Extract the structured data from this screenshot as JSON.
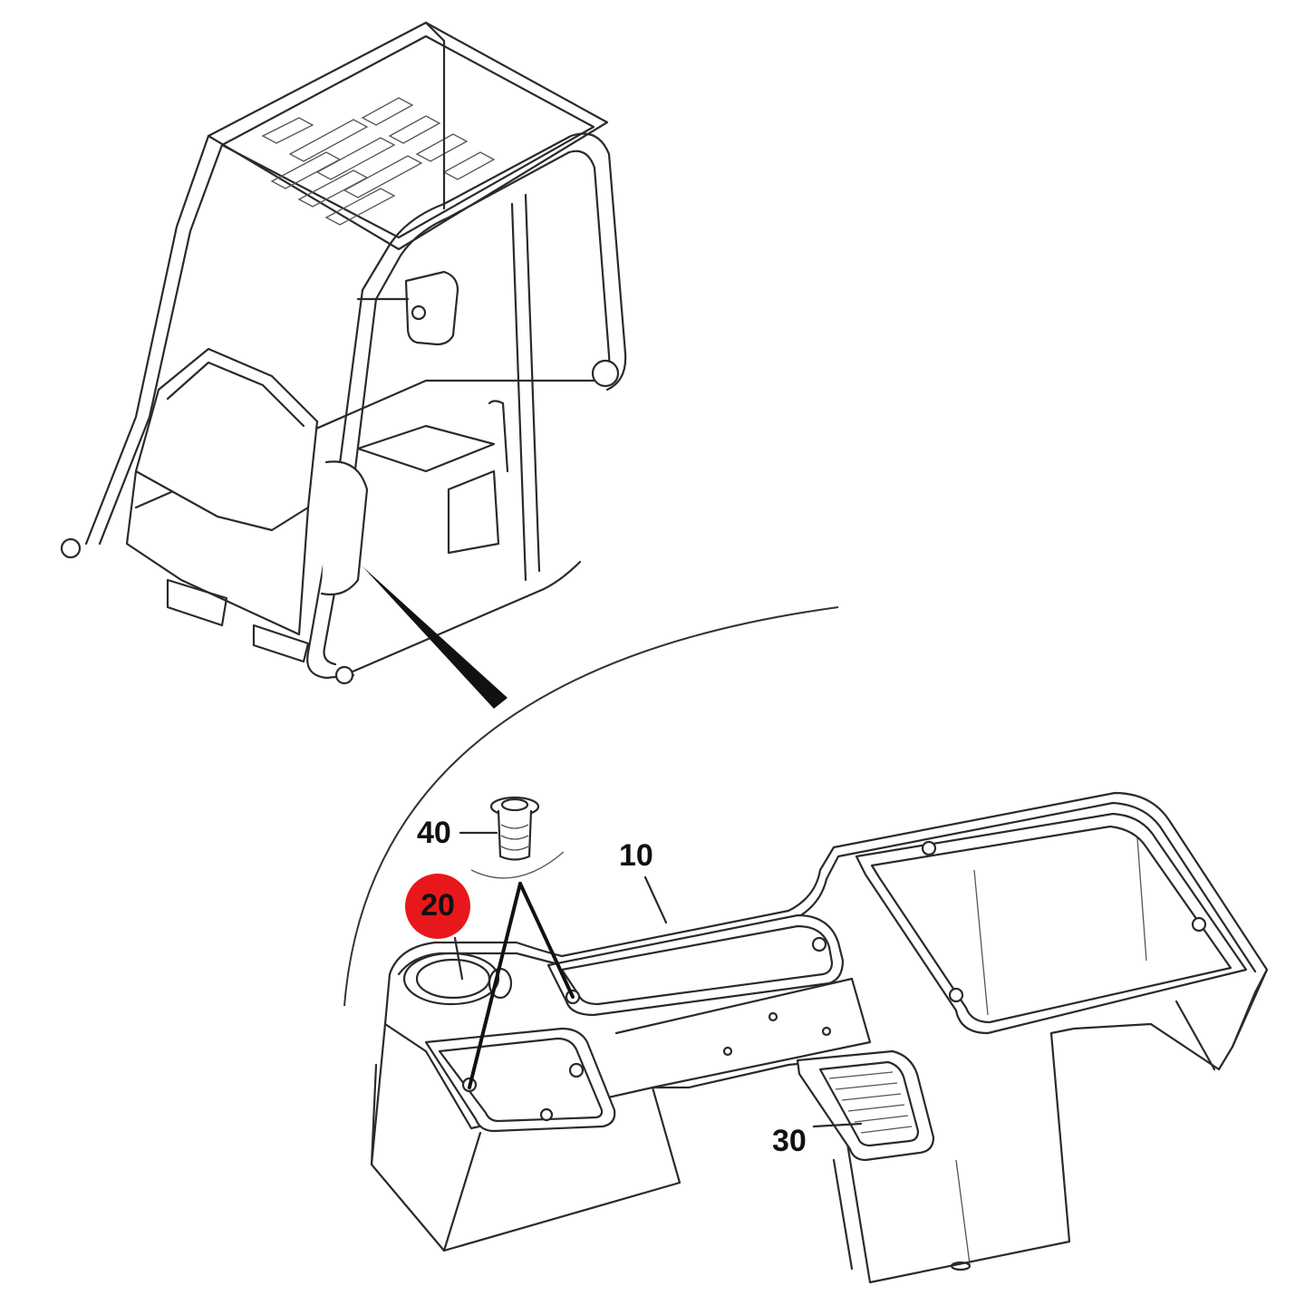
{
  "callouts": [
    {
      "id": "10",
      "label": "10",
      "highlighted": false
    },
    {
      "id": "20",
      "label": "20",
      "highlighted": true
    },
    {
      "id": "30",
      "label": "30",
      "highlighted": false
    },
    {
      "id": "40",
      "label": "40",
      "highlighted": false
    }
  ],
  "colors": {
    "highlight": "#e8171b",
    "line": "#2a2a2a",
    "background": "#ffffff"
  }
}
